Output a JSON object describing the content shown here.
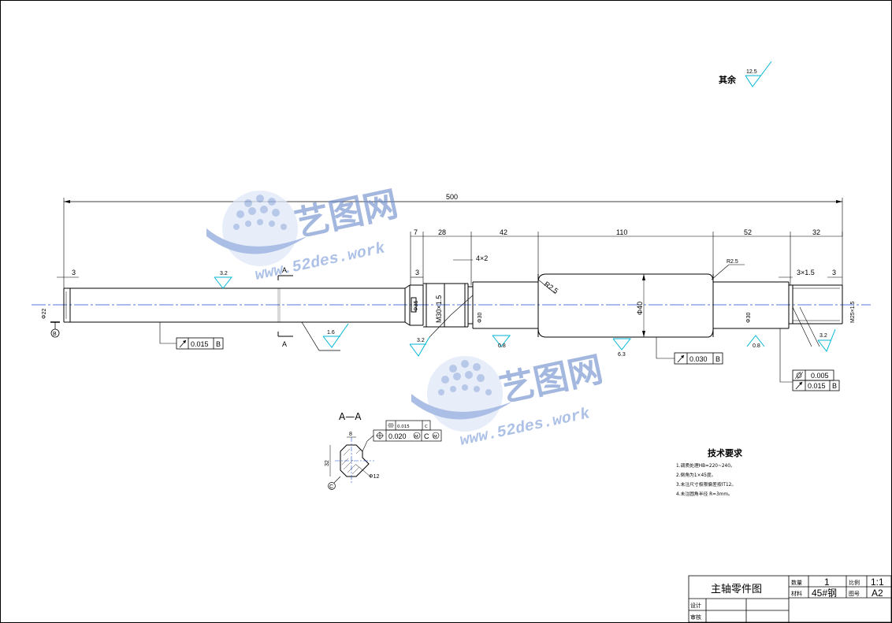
{
  "drawing": {
    "title": "主轴零件图",
    "remaining_roughness_label": "其余",
    "remaining_roughness_value": "12.5"
  },
  "dimensions": {
    "overall_length": "500",
    "seg_7": "7",
    "seg_28": "28",
    "seg_42": "42",
    "seg_110": "110",
    "seg_52": "52",
    "seg_32": "32",
    "left_3": "3",
    "chamfer_left_3": "3",
    "groove_4x2": "4×2",
    "groove_3x1_5": "3×1.5",
    "right_3": "3",
    "radius_r2_5": "R2.5",
    "radius_r2_5b": "R2.5",
    "dia_left": "Φ22",
    "dia_35": "Φ35",
    "thread_m30": "M30×1.5",
    "dia_30a": "Φ30",
    "dia_40": "Φ40",
    "dia_30b": "Φ30",
    "thread_m25": "M25×1.5"
  },
  "roughness": {
    "r1": "3.2",
    "r2": "1.6",
    "r3": "3.2",
    "r4": "0.8",
    "r5": "6.3",
    "r6": "0.8",
    "r7": "3.2"
  },
  "tolerances": {
    "runout_1_value": "0.015",
    "runout_1_datum": "B",
    "runout_2_value": "0.030",
    "runout_2_datum": "B",
    "cyl_value": "0.005",
    "runout_3_value": "0.015",
    "runout_3_datum": "B",
    "datum_b": "B",
    "sym_value": "0.015",
    "sym_datum": "C",
    "pos_value": "0.020",
    "pos_datum": "C"
  },
  "section": {
    "label": "A—A",
    "cut_label_top": "A",
    "cut_label_bottom": "A",
    "dim_32": "32",
    "dim_8": "8",
    "dim_phi12": "Φ12",
    "datum_c": "C"
  },
  "requirements": {
    "heading": "技术要求",
    "items": [
      "1.调质处理HB=220~240。",
      "2.倒角为1×45度。",
      "3.未注尺寸极限偏差按IT12。",
      "4.未注圆角半径 R=3mm。"
    ]
  },
  "title_block": {
    "name": "主轴零件图",
    "qty_label": "数量",
    "qty_value": "1",
    "scale_label": "比例",
    "scale_value": "1:1",
    "material_label": "材料",
    "material_value": "45#钢",
    "drawing_no_label": "图号",
    "drawing_no_value": "A2",
    "design_label": "设计",
    "review_label": "审核"
  },
  "watermark": {
    "brand": "艺图网",
    "url": "www.52des.work"
  },
  "colors": {
    "line": "#000000",
    "centerline": "#1f4fd0",
    "watermark": "#6f8fce"
  }
}
